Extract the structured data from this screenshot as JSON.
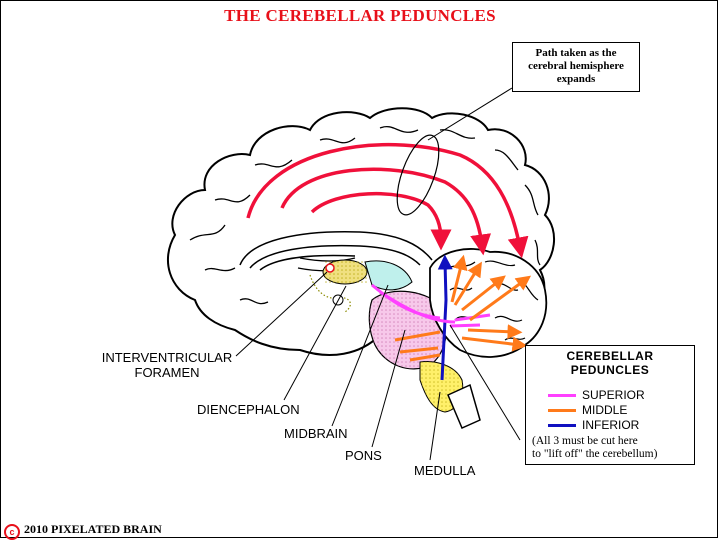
{
  "title": "THE CEREBELLAR PEDUNCLES",
  "callout": {
    "line1": "Path taken as the",
    "line2": "cerebral hemisphere",
    "line3": "expands"
  },
  "labels": {
    "interventricular_line1": "INTERVENTRICULAR",
    "interventricular_line2": "FORAMEN",
    "diencephalon": "DIENCEPHALON",
    "midbrain": "MIDBRAIN",
    "pons": "PONS",
    "medulla": "MEDULLA"
  },
  "legend": {
    "title_line1": "CEREBELLAR",
    "title_line2": "PEDUNCLES",
    "items": [
      {
        "label": "SUPERIOR",
        "color": "#ff40ff"
      },
      {
        "label": "MIDDLE",
        "color": "#ff7a1a"
      },
      {
        "label": "INFERIOR",
        "color": "#1010c0"
      }
    ],
    "note_line1": "(All 3 must be cut here",
    "note_line2": "to \"lift off\" the cerebellum)"
  },
  "copyright": {
    "symbol": "c",
    "text": "2010  PIXELATED BRAIN"
  },
  "colors": {
    "arrow_red": "#f0103a",
    "superior": "#ff40ff",
    "middle": "#ff7a1a",
    "inferior": "#1010c0",
    "pons_fill": "#f7c8ea",
    "midbrain_fill": "#bff0ec",
    "medulla_fill": "#fff06a",
    "thalamus_fill": "#f0e080"
  }
}
